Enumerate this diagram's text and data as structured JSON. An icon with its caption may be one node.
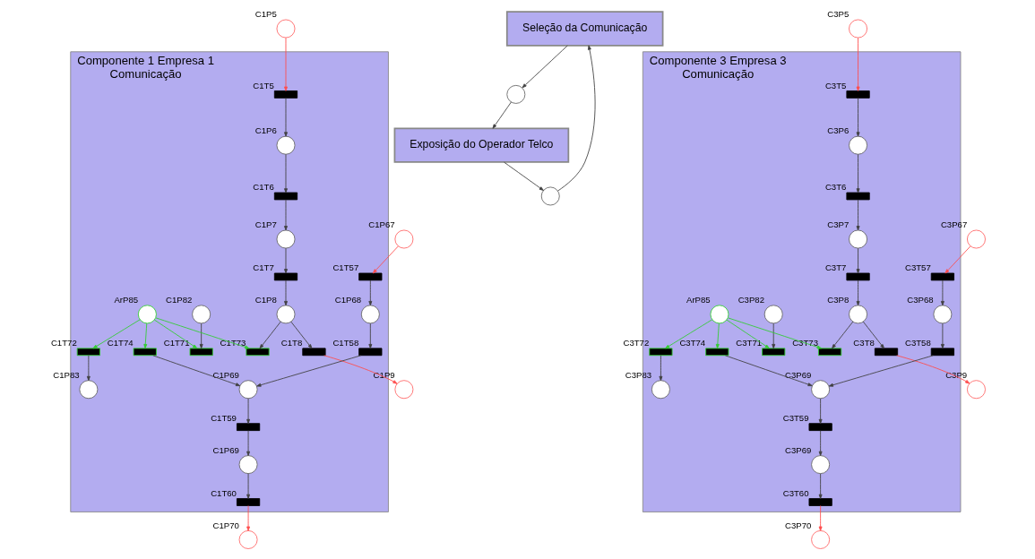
{
  "diagram": {
    "nodes": [
      {
        "text": [
          "Componente 1 Empresa 1",
          "Comunicação"
        ]
      },
      {
        "text": [],
        "shape": "circle",
        "beside": [
          "C1P9"
        ]
      },
      {
        "text": [],
        "shape": "circle",
        "beside": [
          "C1P67"
        ]
      },
      {
        "text": [],
        "shape": "bar",
        "beside": [
          "C1T8"
        ],
        "in": 0
      },
      {
        "text": [],
        "shape": "bar",
        "beside": [
          "C1T57"
        ],
        "in": 0
      },
      {
        "text": [],
        "shape": "circle",
        "beside": [
          "C1P82"
        ],
        "in": 0
      },
      {
        "text": [],
        "shape": "bar",
        "beside": [
          "C1T71"
        ],
        "in": 0
      },
      {
        "text": [],
        "shape": "circle",
        "beside": [
          "C1P68"
        ],
        "in": 0
      },
      {
        "text": [],
        "shape": "circle",
        "beside": [
          "C1P83"
        ],
        "in": 0
      },
      {
        "text": [],
        "shape": "bar",
        "beside": [
          "C1T72"
        ],
        "in": 0
      },
      {
        "text": [],
        "shape": "circle",
        "beside": [
          "C1P8"
        ],
        "in": 0
      },
      {
        "text": [],
        "shape": "bar",
        "beside": [
          "C1T58"
        ],
        "in": 0
      },
      {
        "text": [],
        "shape": "circle",
        "beside": [
          "ArP85"
        ],
        "in": 0
      },
      {
        "text": [],
        "shape": "bar",
        "beside": [
          "C1T73"
        ],
        "in": 0
      },
      {
        "text": [],
        "shape": "bar",
        "beside": [
          "C1T7"
        ],
        "in": 0
      },
      {
        "text": [],
        "shape": "bar",
        "beside": [
          "C1T74"
        ],
        "in": 0
      },
      {
        "text": [],
        "shape": "circle",
        "beside": [
          "C1P7"
        ],
        "in": 0
      },
      {
        "text": [],
        "shape": "circle",
        "beside": [
          "C1P69"
        ],
        "in": 0
      },
      {
        "text": [],
        "shape": "bar",
        "beside": [
          "C1T6"
        ],
        "in": 0
      },
      {
        "text": [],
        "shape": "bar",
        "beside": [
          "C1T59"
        ],
        "in": 0
      },
      {
        "text": [],
        "shape": "circle",
        "beside": [
          "C1P6"
        ],
        "in": 0
      },
      {
        "text": [],
        "shape": "circle",
        "beside": [
          "C1P69"
        ],
        "in": 0
      },
      {
        "text": [],
        "shape": "bar",
        "beside": [
          "C1T5"
        ],
        "in": 0
      },
      {
        "text": [],
        "shape": "bar",
        "beside": [
          "C1T60"
        ],
        "in": 0
      },
      {
        "text": [],
        "shape": "circle",
        "beside": [
          "C1P5"
        ]
      },
      {
        "text": [],
        "shape": "circle",
        "beside": [
          "C1P70"
        ]
      },
      {
        "text": [
          "Seleção da Comunicação"
        ]
      },
      {
        "text": [],
        "shape": "circle"
      },
      {
        "text": [],
        "shape": "circle"
      },
      {
        "text": [
          "Exposição do Operador Telco"
        ]
      },
      {
        "text": [
          "Componente 3 Empresa 3",
          "Comunicação"
        ]
      },
      {
        "text": [],
        "shape": "circle",
        "beside": [
          "C3P9"
        ]
      },
      {
        "text": [],
        "shape": "circle",
        "beside": [
          "C3P67"
        ]
      },
      {
        "text": [],
        "shape": "bar",
        "beside": [
          "C3T8"
        ],
        "in": 30
      },
      {
        "text": [],
        "shape": "bar",
        "beside": [
          "C3T57"
        ],
        "in": 30
      },
      {
        "text": [],
        "shape": "circle",
        "beside": [
          "C3P82"
        ],
        "in": 30
      },
      {
        "text": [],
        "shape": "bar",
        "beside": [
          "C3T71"
        ],
        "in": 30
      },
      {
        "text": [],
        "shape": "circle",
        "beside": [
          "C3P68"
        ],
        "in": 30
      },
      {
        "text": [],
        "shape": "circle",
        "beside": [
          "C3P83"
        ],
        "in": 30
      },
      {
        "text": [],
        "shape": "bar",
        "beside": [
          "C3T72"
        ],
        "in": 30
      },
      {
        "text": [],
        "shape": "circle",
        "beside": [
          "C3P8"
        ],
        "in": 30
      },
      {
        "text": [],
        "shape": "bar",
        "beside": [
          "C3T58"
        ],
        "in": 30
      },
      {
        "text": [],
        "shape": "circle",
        "beside": [
          "ArP85"
        ],
        "in": 30
      },
      {
        "text": [],
        "shape": "bar",
        "beside": [
          "C3T73"
        ],
        "in": 30
      },
      {
        "text": [],
        "shape": "bar",
        "beside": [
          "C3T7"
        ],
        "in": 30
      },
      {
        "text": [],
        "shape": "bar",
        "beside": [
          "C3T74"
        ],
        "in": 30
      },
      {
        "text": [],
        "shape": "circle",
        "beside": [
          "C3P7"
        ],
        "in": 30
      },
      {
        "text": [],
        "shape": "circle",
        "beside": [
          "C3P69"
        ],
        "in": 30
      },
      {
        "text": [],
        "shape": "bar",
        "beside": [
          "C3T6"
        ],
        "in": 30
      },
      {
        "text": [],
        "shape": "bar",
        "beside": [
          "C3T59"
        ],
        "in": 30
      },
      {
        "text": [],
        "shape": "circle",
        "beside": [
          "C3P6"
        ],
        "in": 30
      },
      {
        "text": [],
        "shape": "circle",
        "beside": [
          "C3P69"
        ],
        "in": 30
      },
      {
        "text": [],
        "shape": "bar",
        "beside": [
          "C3T5"
        ],
        "in": 30
      },
      {
        "text": [],
        "shape": "bar",
        "beside": [
          "C3T60"
        ],
        "in": 30
      },
      {
        "text": [],
        "shape": "circle",
        "beside": [
          "C3P5"
        ]
      },
      {
        "text": [],
        "shape": "circle",
        "beside": [
          "C3P70"
        ]
      }
    ],
    "edges": [
      {
        "from": 3,
        "to": 1,
        "arrow": "to",
        "color": "#ff4d4d"
      },
      {
        "from": 2,
        "to": 4,
        "arrow": "to",
        "color": "#ff4d4d"
      },
      {
        "from": 4,
        "to": 7,
        "arrow": "to"
      },
      {
        "from": 7,
        "to": 11,
        "arrow": "to"
      },
      {
        "from": 11,
        "to": 17,
        "arrow": "to"
      },
      {
        "from": 5,
        "to": 6,
        "arrow": "to"
      },
      {
        "from": 9,
        "to": 8,
        "arrow": "to"
      },
      {
        "from": 10,
        "to": 3,
        "arrow": "to"
      },
      {
        "from": 10,
        "to": 13,
        "arrow": "to"
      },
      {
        "from": 14,
        "to": 10,
        "arrow": "to"
      },
      {
        "from": 16,
        "to": 14,
        "arrow": "to"
      },
      {
        "from": 18,
        "to": 16,
        "arrow": "to"
      },
      {
        "from": 20,
        "to": 18,
        "arrow": "to"
      },
      {
        "from": 22,
        "to": 20,
        "arrow": "to"
      },
      {
        "from": 24,
        "to": 22,
        "arrow": "to",
        "color": "#ff4d4d"
      },
      {
        "from": 12,
        "to": 6,
        "arrow": "to",
        "color": "#33cc33"
      },
      {
        "from": 12,
        "to": 9,
        "arrow": "to",
        "color": "#33cc33"
      },
      {
        "from": 12,
        "to": 13,
        "arrow": "to",
        "color": "#33cc33"
      },
      {
        "from": 12,
        "to": 15,
        "arrow": "to",
        "color": "#33cc33"
      },
      {
        "from": 15,
        "to": 17,
        "arrow": "to"
      },
      {
        "from": 17,
        "to": 19,
        "arrow": "to"
      },
      {
        "from": 19,
        "to": 21,
        "arrow": "to"
      },
      {
        "from": 21,
        "to": 23,
        "arrow": "to"
      },
      {
        "from": 23,
        "to": 25,
        "arrow": "to",
        "color": "#ff4d4d"
      },
      {
        "from": 29,
        "to": 27,
        "arrow": "to"
      },
      {
        "from": 27,
        "to": 26,
        "arrow": "to"
      },
      {
        "from": 26,
        "to": 28,
        "arrow": "to"
      },
      {
        "from": 28,
        "to": 29,
        "arrow": "to"
      },
      {
        "from": 33,
        "to": 31,
        "arrow": "to",
        "color": "#ff4d4d"
      },
      {
        "from": 32,
        "to": 34,
        "arrow": "to",
        "color": "#ff4d4d"
      },
      {
        "from": 34,
        "to": 37,
        "arrow": "to"
      },
      {
        "from": 37,
        "to": 41,
        "arrow": "to"
      },
      {
        "from": 41,
        "to": 47,
        "arrow": "to"
      },
      {
        "from": 35,
        "to": 36,
        "arrow": "to"
      },
      {
        "from": 39,
        "to": 38,
        "arrow": "to"
      },
      {
        "from": 40,
        "to": 33,
        "arrow": "to"
      },
      {
        "from": 40,
        "to": 43,
        "arrow": "to"
      },
      {
        "from": 44,
        "to": 40,
        "arrow": "to"
      },
      {
        "from": 46,
        "to": 44,
        "arrow": "to"
      },
      {
        "from": 48,
        "to": 46,
        "arrow": "to"
      },
      {
        "from": 50,
        "to": 48,
        "arrow": "to"
      },
      {
        "from": 52,
        "to": 50,
        "arrow": "to"
      },
      {
        "from": 54,
        "to": 52,
        "arrow": "to",
        "color": "#ff4d4d"
      },
      {
        "from": 42,
        "to": 36,
        "arrow": "to",
        "color": "#33cc33"
      },
      {
        "from": 42,
        "to": 39,
        "arrow": "to",
        "color": "#33cc33"
      },
      {
        "from": 42,
        "to": 43,
        "arrow": "to",
        "color": "#33cc33"
      },
      {
        "from": 42,
        "to": 45,
        "arrow": "to",
        "color": "#33cc33"
      },
      {
        "from": 45,
        "to": 47,
        "arrow": "to"
      },
      {
        "from": 47,
        "to": 49,
        "arrow": "to"
      },
      {
        "from": 49,
        "to": 51,
        "arrow": "to"
      },
      {
        "from": 51,
        "to": 53,
        "arrow": "to"
      },
      {
        "from": 53,
        "to": 55,
        "arrow": "to",
        "color": "#ff4d4d"
      }
    ]
  }
}
